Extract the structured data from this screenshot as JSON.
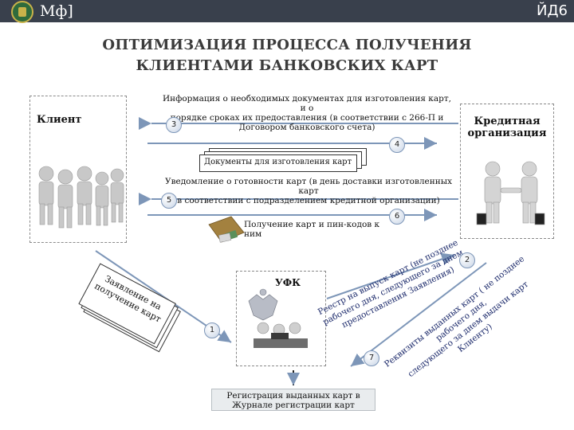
{
  "header": {
    "org_label": "Мф]",
    "slide_label": "ЙД6"
  },
  "title": {
    "line1": "ОПТИМИЗАЦИЯ ПРОЦЕССА ПОЛУЧЕНИЯ",
    "line2": "КЛИЕНТАМИ БАНКОВСКИХ КАРТ"
  },
  "actors": {
    "client": "Клиент",
    "credit_org_line1": "Кредитная",
    "credit_org_line2": "организация",
    "ufk": "УФК"
  },
  "steps": {
    "s3": {
      "num": "3",
      "line1": "Информация о необходимых документах для изготовления карт, и о",
      "line2": "порядке сроках их предоставления (в соответствии с 266-П и",
      "line3": "Договором банковского счета)"
    },
    "s4": {
      "num": "4",
      "doc_label": "Документы для изготовления карт"
    },
    "s5": {
      "num": "5",
      "line1": "Уведомление о готовности карт (в день доставки изготовленных карт",
      "line2": "в соответствии с подразделением кредитной организации)"
    },
    "s6": {
      "num": "6",
      "label": "Получение карт и пин-кодов к ним"
    },
    "s1": {
      "num": "1",
      "doc_line1": "Заявление на",
      "doc_line2": "получение карт"
    },
    "s2": {
      "num": "2",
      "line1": "Реестр на выпуск карт (не позднее",
      "line2": "рабочего дня, следующего за днем",
      "line3": "предоставления Заявления)"
    },
    "s7": {
      "num": "7",
      "line1": "Реквизиты выданных карт ( не позднее",
      "line2": "рабочего дня,",
      "line3": "следующего за днем выдачи карт",
      "line4": "Клиенту)"
    }
  },
  "register": {
    "line1": "Регистрация выданных карт в",
    "line2": "Журнале регистрации карт"
  }
}
